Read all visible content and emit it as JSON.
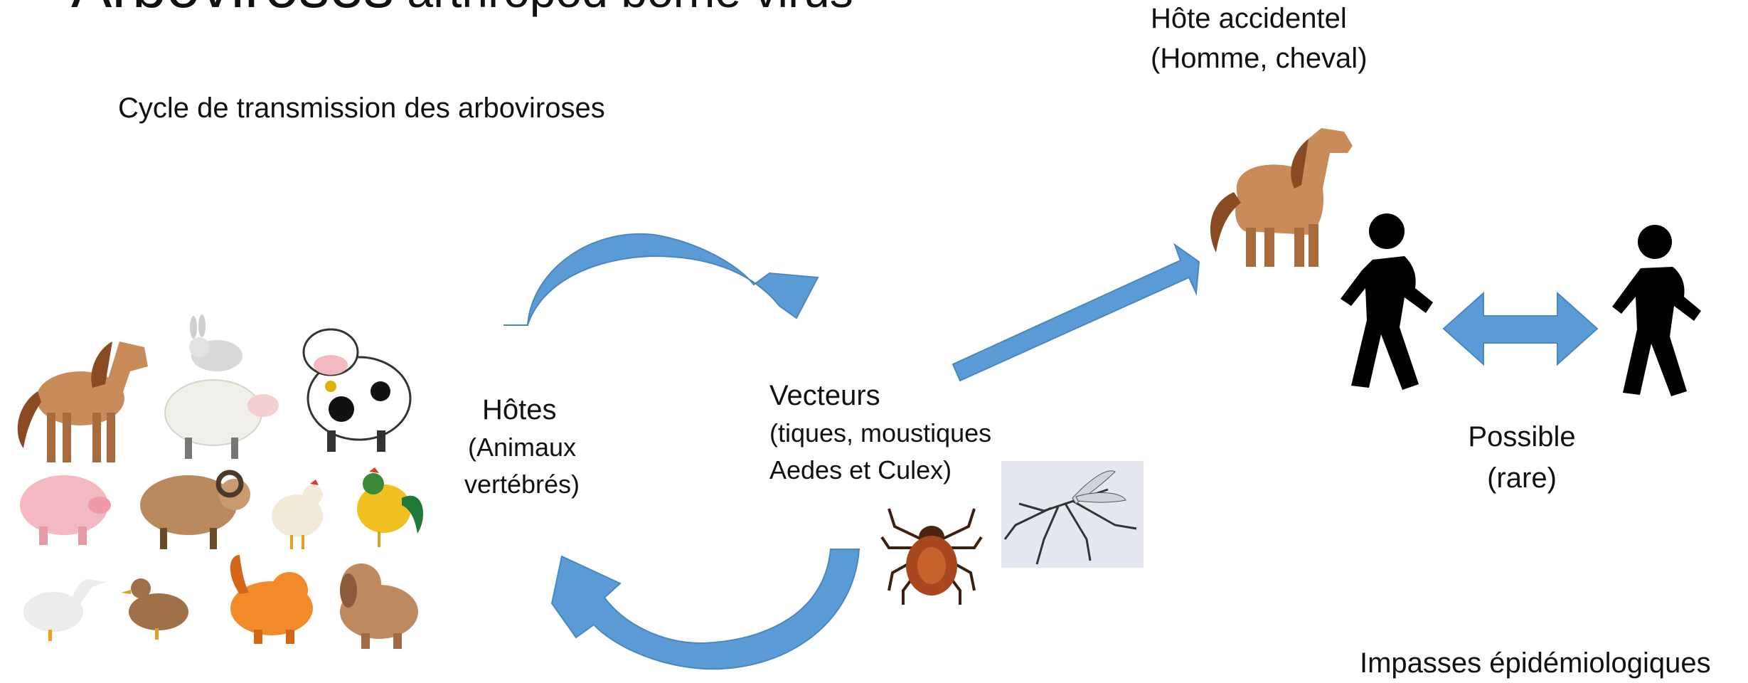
{
  "slide": {
    "title_main": "Arboviroses",
    "title_sub": " arthropod borne virus",
    "cycle_title": "Cycle de transmission des arboviroses",
    "hosts": {
      "label": "Hôtes",
      "detail_line1": "(Animaux",
      "detail_line2": "vertébrés)"
    },
    "vectors": {
      "label": "Vecteurs",
      "detail_line1": "(tiques, moustiques",
      "detail_line2": "Aedes et Culex)"
    },
    "accidental_host": {
      "line1": "Hôte accidentel",
      "line2": "(Homme, cheval)"
    },
    "human_transmission": {
      "line1": "Possible",
      "line2": "(rare)"
    },
    "dead_end": "Impasses épidémiologiques"
  },
  "colors": {
    "arrow": "#5b9bd5",
    "arrow_stroke": "#4a87c0",
    "figure": "#000000"
  },
  "icons": [
    "horse-icon",
    "rabbit-icon",
    "sheep-icon",
    "cow-icon",
    "pig-icon",
    "ram-icon",
    "hen-icon",
    "rooster-icon",
    "goose-icon",
    "duck-icon",
    "cat-icon",
    "dog-icon",
    "tick-icon",
    "mosquito-icon",
    "walking-person-icon"
  ]
}
